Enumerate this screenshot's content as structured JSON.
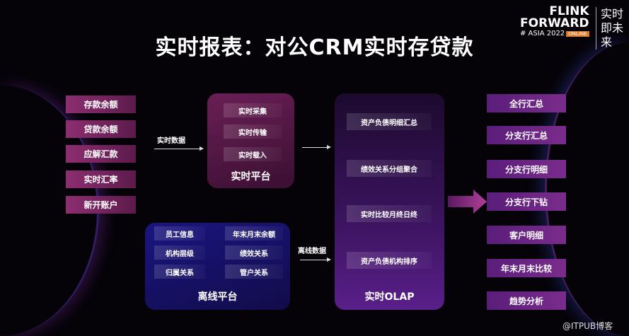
{
  "title": "实时报表：对公CRM实时存贷款",
  "logo": {
    "line1": "FLINK",
    "line2": "FORWARD",
    "line3": "# ASIA 2022",
    "badge": "ONLINE",
    "slogan": "实时即未来"
  },
  "sources": [
    "存款余额",
    "贷款余额",
    "应解汇款",
    "实时汇率",
    "新开账户"
  ],
  "realtime_label": "实时数据",
  "realtime_platform": {
    "title": "实时平台",
    "items": [
      "实时采集",
      "实时传输",
      "实时载入"
    ]
  },
  "offline_label": "离线数据",
  "offline_platform": {
    "title": "离线平台",
    "items": [
      "员工信息",
      "年末月末余额",
      "机构层级",
      "绩效关系",
      "归属关系",
      "管户关系"
    ]
  },
  "olap": {
    "title": "实时OLAP",
    "items": [
      "资产负债明细汇总",
      "绩效关系分组聚合",
      "实时比较月终日终",
      "资产负债机构排序"
    ]
  },
  "outputs": [
    "全行汇总",
    "分支行汇总",
    "分支行明细",
    "分支行下钻",
    "客户明细",
    "年末月末比较",
    "趋势分析"
  ],
  "watermark": "@ITPUB博客"
}
